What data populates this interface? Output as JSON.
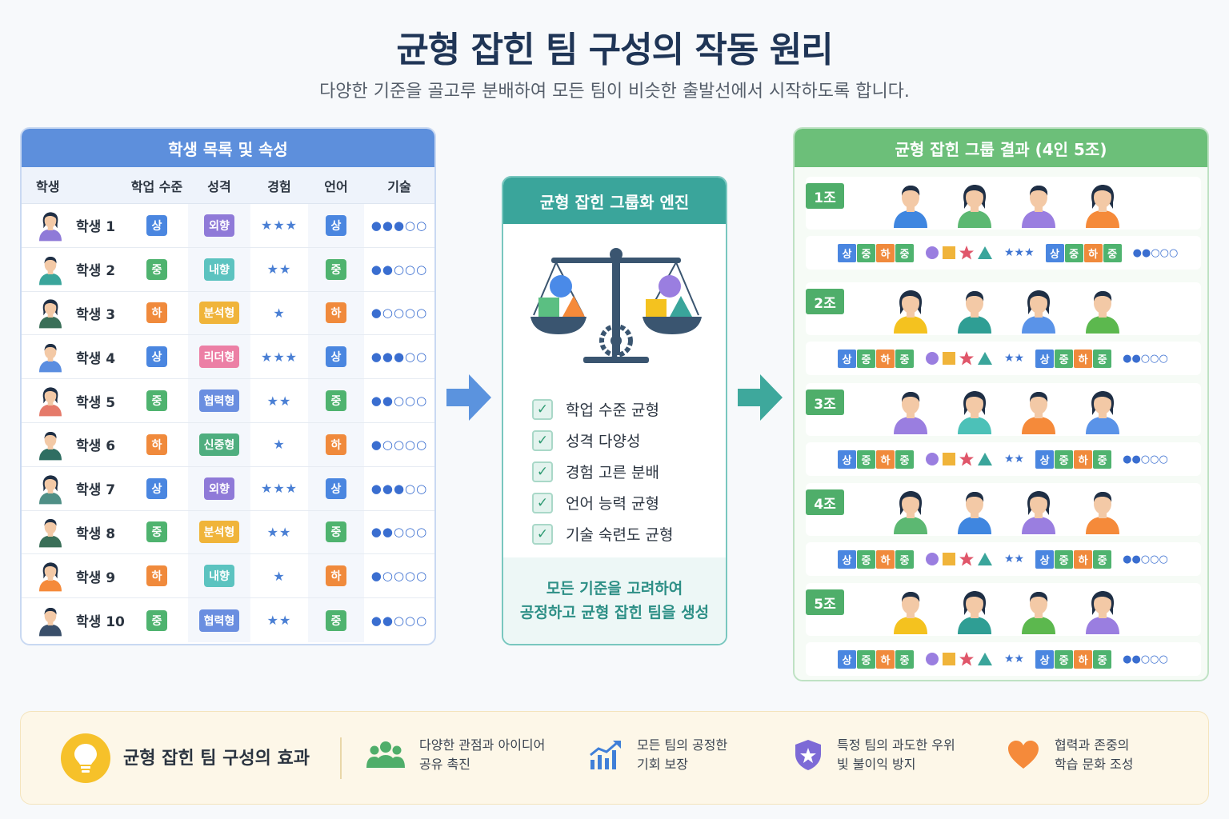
{
  "title": "균형 잡힌 팀 구성의 작동 원리",
  "subtitle": "다양한 기준을 골고루 분배하여 모든 팀이 비슷한 출발선에서 시작하도록 합니다.",
  "colors": {
    "high": "#4a86e0",
    "mid": "#4fb36f",
    "low": "#f08a3c",
    "blue_header": "#5d8fdc",
    "teal_header": "#3aa59b",
    "green_header": "#6cbf79"
  },
  "left_panel": {
    "title": "학생 목록 및 속성",
    "columns": [
      "학생",
      "학업 수준",
      "성격",
      "경험",
      "언어",
      "기술"
    ],
    "rows": [
      {
        "name": "학생 1",
        "academic": "상",
        "personality": "외향",
        "pcolor": "#8f7ad8",
        "experience": "★★★",
        "language": "상",
        "skill": "●●●○○"
      },
      {
        "name": "학생 2",
        "academic": "중",
        "personality": "내향",
        "pcolor": "#5cc3c0",
        "experience": "★★",
        "language": "중",
        "skill": "●●○○○"
      },
      {
        "name": "학생 3",
        "academic": "하",
        "personality": "분석형",
        "pcolor": "#f0b43a",
        "experience": "★",
        "language": "하",
        "skill": "●○○○○"
      },
      {
        "name": "학생 4",
        "academic": "상",
        "personality": "리더형",
        "pcolor": "#ec7fa5",
        "experience": "★★★",
        "language": "상",
        "skill": "●●●○○"
      },
      {
        "name": "학생 5",
        "academic": "중",
        "personality": "협력형",
        "pcolor": "#6a8ee0",
        "experience": "★★",
        "language": "중",
        "skill": "●●○○○"
      },
      {
        "name": "학생 6",
        "academic": "하",
        "personality": "신중형",
        "pcolor": "#4fae7f",
        "experience": "★",
        "language": "하",
        "skill": "●○○○○"
      },
      {
        "name": "학생 7",
        "academic": "상",
        "personality": "외향",
        "pcolor": "#8f7ad8",
        "experience": "★★★",
        "language": "상",
        "skill": "●●●○○"
      },
      {
        "name": "학생 8",
        "academic": "중",
        "personality": "분석형",
        "pcolor": "#f0b43a",
        "experience": "★★",
        "language": "중",
        "skill": "●●○○○"
      },
      {
        "name": "학생 9",
        "academic": "하",
        "personality": "내향",
        "pcolor": "#5cc3c0",
        "experience": "★",
        "language": "하",
        "skill": "●○○○○"
      },
      {
        "name": "학생 10",
        "academic": "중",
        "personality": "협력형",
        "pcolor": "#6a8ee0",
        "experience": "★★",
        "language": "중",
        "skill": "●●○○○"
      }
    ]
  },
  "center_panel": {
    "title": "균형 잡힌 그룹화 엔진",
    "checks": [
      "학업 수준 균형",
      "성격 다양성",
      "경험 고른 분배",
      "언어 능력 균형",
      "기술 숙련도 균형"
    ],
    "footer_line1": "모든 기준을 고려하여",
    "footer_line2": "공정하고 균형 잡힌 팀을 생성"
  },
  "right_panel": {
    "title": "균형 잡힌 그룹 결과 (4인 5조)",
    "mini_levels": [
      "상",
      "중",
      "하",
      "중"
    ],
    "groups": [
      {
        "label": "1조",
        "shirts": [
          "#3f86e0",
          "#5cb872",
          "#9a7ee0",
          "#f58a3a"
        ],
        "stars": "★★★",
        "dots": "●●○○○"
      },
      {
        "label": "2조",
        "shirts": [
          "#f4c21f",
          "#2f9e94",
          "#5a93e8",
          "#5cb84e"
        ],
        "stars": "★★",
        "dots": "●●○○○"
      },
      {
        "label": "3조",
        "shirts": [
          "#9a7ee0",
          "#4cc1b8",
          "#f58a3a",
          "#5a93e8"
        ],
        "stars": "★★",
        "dots": "●●○○○"
      },
      {
        "label": "4조",
        "shirts": [
          "#5cb872",
          "#3f86e0",
          "#9a7ee0",
          "#f58a3a"
        ],
        "stars": "★★",
        "dots": "●●○○○"
      },
      {
        "label": "5조",
        "shirts": [
          "#f4c21f",
          "#2f9e94",
          "#5cb84e",
          "#9a7ee0"
        ],
        "stars": "★★",
        "dots": "●●○○○"
      }
    ]
  },
  "banner": {
    "title": "균형 잡힌 팀 구성의 효과",
    "benefits": [
      {
        "icon": "people-group-icon",
        "line1": "다양한 관점과 아이디어",
        "line2": "공유 촉진"
      },
      {
        "icon": "growth-chart-icon",
        "line1": "모든 팀의 공정한",
        "line2": "기회 보장"
      },
      {
        "icon": "shield-icon",
        "line1": "특정 팀의 과도한 우위",
        "line2": "빛 불이익 방지"
      },
      {
        "icon": "heart-icon",
        "line1": "협력과 존중의",
        "line2": "학습 문화 조성"
      }
    ]
  }
}
